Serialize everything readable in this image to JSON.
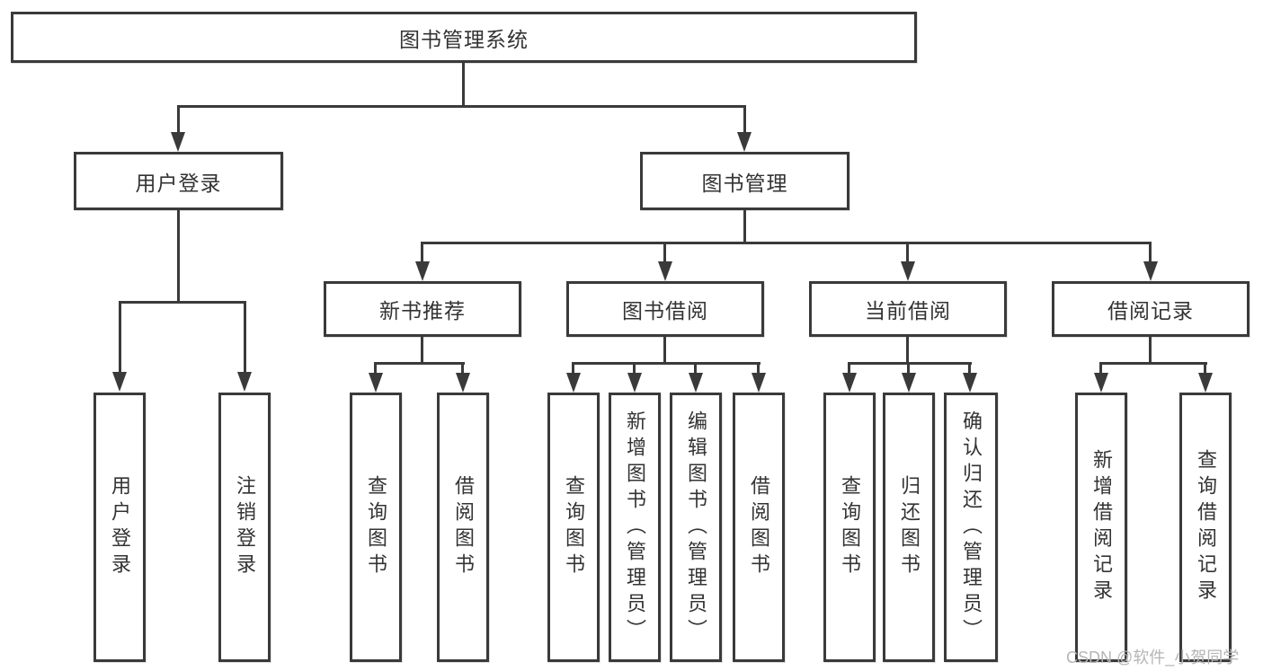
{
  "colors": {
    "line": "#3a3a3a",
    "text": "#333333",
    "watermark": "#b5b5b5",
    "background": "#ffffff",
    "box_fill": "#ffffff"
  },
  "nodes": {
    "root": "图书管理系统",
    "level2": [
      "用户登录",
      "图书管理"
    ],
    "login_children": [
      "用户登录",
      "注销登录"
    ],
    "level3": [
      "新书推荐",
      "图书借阅",
      "当前借阅",
      "借阅记录"
    ],
    "newbook_children": [
      "查询图书",
      "借阅图书"
    ],
    "borrow_children": [
      "查询图书",
      "新增图书（管理员）",
      "编辑图书（管理员）",
      "借阅图书"
    ],
    "current_children": [
      "查询图书",
      "归还图书",
      "确认归还（管理员）"
    ],
    "record_children": [
      "新增借阅记录",
      "查询借阅记录"
    ]
  },
  "watermark": "CSDN @软件_小贺同学"
}
